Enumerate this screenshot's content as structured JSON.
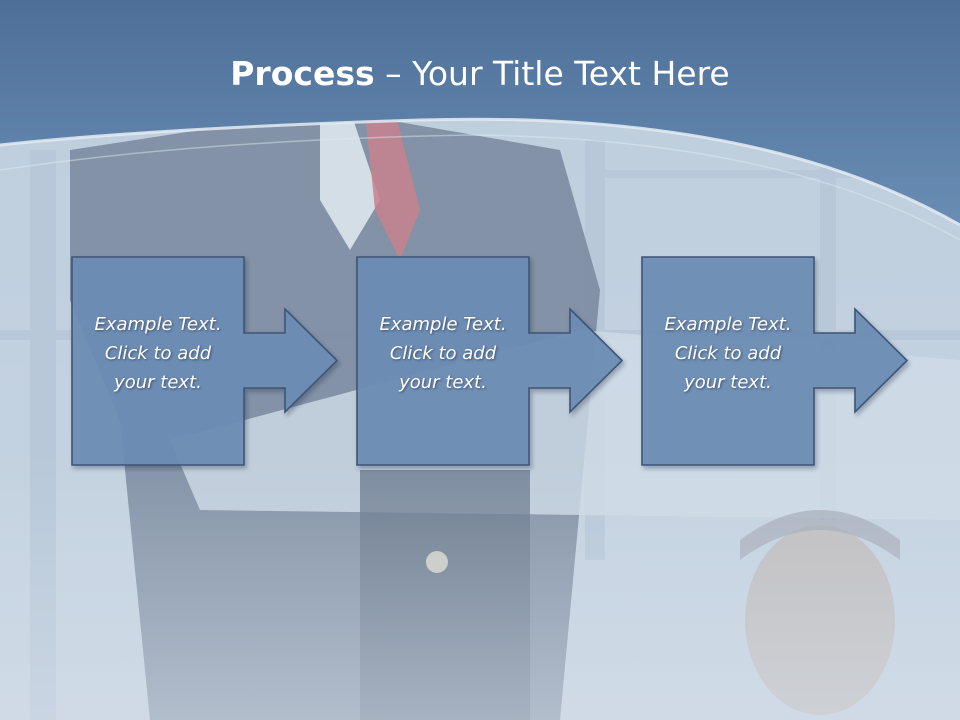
{
  "slide": {
    "title_bold": "Process",
    "title_rest": " – Your Title Text Here"
  },
  "steps": [
    {
      "lines": [
        "Example Text.",
        "Click  to add",
        "your text."
      ]
    },
    {
      "lines": [
        "Example Text.",
        "Click  to add",
        "your text."
      ]
    },
    {
      "lines": [
        "Example Text.",
        "Click  to add",
        "your text."
      ]
    }
  ],
  "colors": {
    "header": "#5b7ea6",
    "box_fill": "#6e8db5",
    "box_stroke": "#3e5576",
    "text": "#ffffff"
  }
}
